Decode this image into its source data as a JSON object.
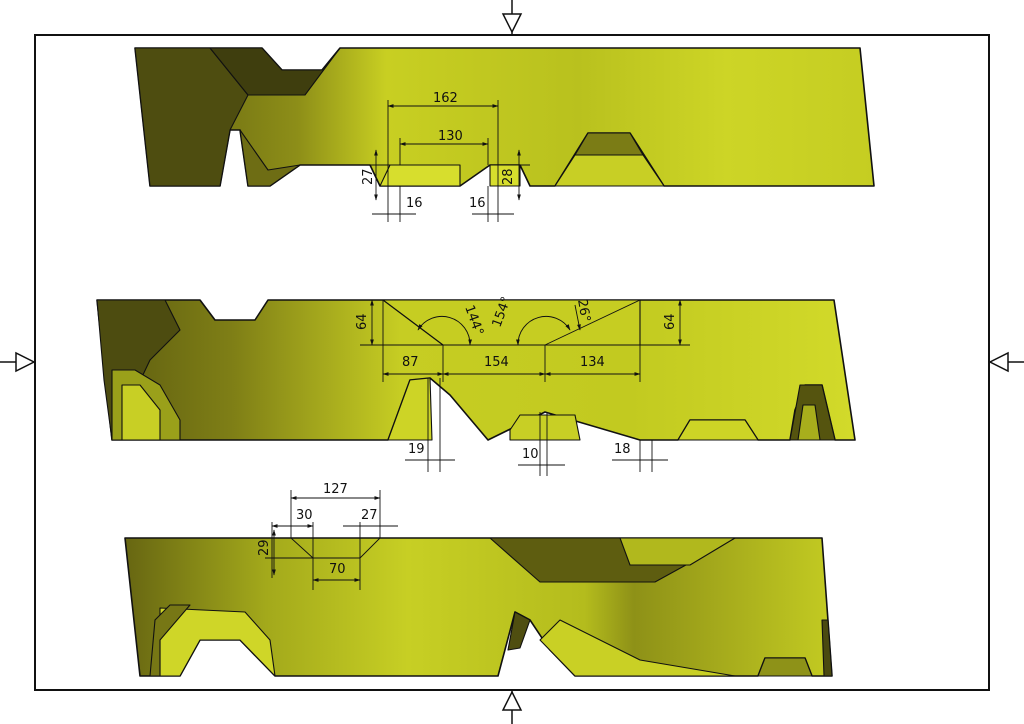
{
  "drawing": {
    "colors": {
      "part_light": "#d4dc2a",
      "part_mid": "#b9c21f",
      "part_dark": "#6b6a12",
      "part_shadow": "#4a4a10",
      "line": "#111111",
      "background": "#ffffff"
    },
    "views": [
      {
        "id": "top-view",
        "dimensions": [
          "162",
          "130",
          "27",
          "28",
          "16",
          "16"
        ]
      },
      {
        "id": "middle-view",
        "dimensions": [
          "64",
          "144°",
          "154°",
          "26°",
          "64",
          "87",
          "154",
          "134",
          "19",
          "10",
          "18"
        ]
      },
      {
        "id": "bottom-view",
        "dimensions": [
          "127",
          "30",
          "27",
          "29",
          "70"
        ]
      }
    ]
  }
}
